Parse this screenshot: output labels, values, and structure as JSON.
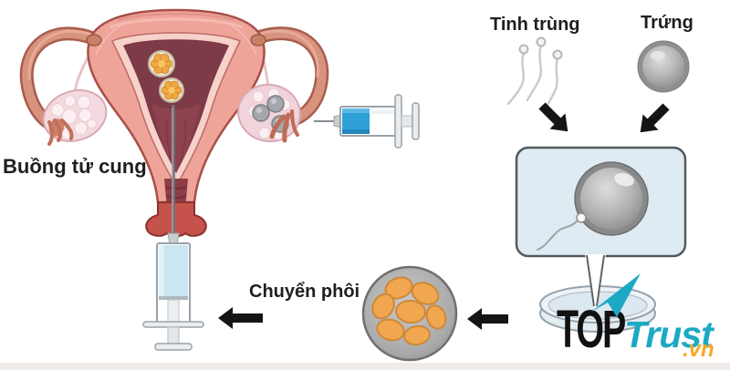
{
  "title": "IVF embryo transfer process diagram",
  "labels": {
    "uterine_cavity": "Buồng tử cung",
    "sperm": "Tinh trùng",
    "egg": "Trứng",
    "embryo_transfer": "Chuyển phôi"
  },
  "logo": {
    "top": "TOP",
    "trust": "Trust",
    "domain": ".vn"
  },
  "icons": {
    "sperm-icons": "three wavy sperm cells",
    "egg-icon": "gray ovum sphere",
    "fertilization-box-icon": "sperm entering egg in rounded box",
    "petri-dish-icon": "shallow lab dish",
    "embryo-morula-icon": "gray circle with orange cells",
    "uterus-icon": "uterus cross-section with ovaries and tubes",
    "syringe-icons": "egg retrieval and embryo transfer syringes",
    "arrow-icons": "black process-flow arrows",
    "logo-cursor-icon": "teal arrow cursor"
  },
  "colors": {
    "label_text": "#1f1f1f",
    "arrow_black": "#151515",
    "logo_black": "#111111",
    "logo_teal": "#1ca9c5",
    "logo_orange": "#f7a823",
    "box_fill": "#deebf3",
    "syringe_liquid_blue": "#2f9fd8",
    "embryo_cell_orange": "#f1a74f",
    "uterus_wall_pink": "#efa49a",
    "uterine_cavity_maroon": "#7d3a47",
    "ovary_pink": "#f4dae0"
  }
}
